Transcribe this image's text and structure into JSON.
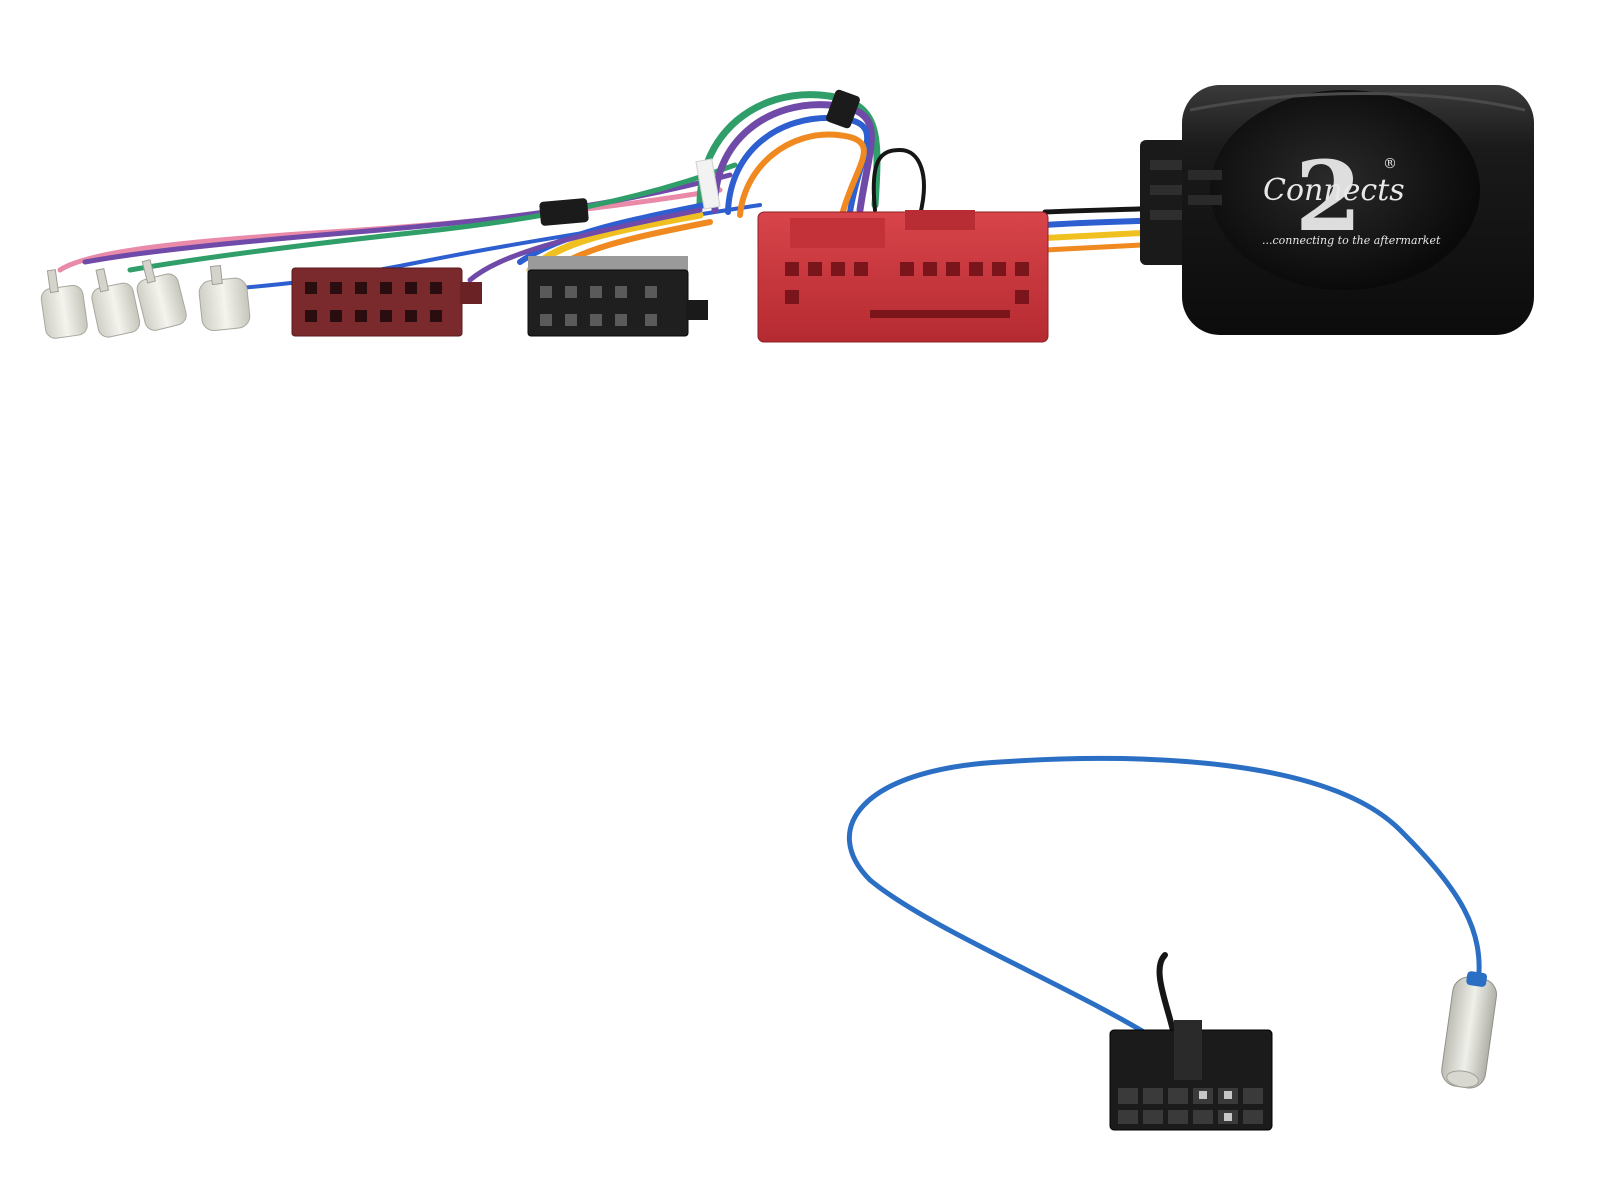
{
  "logo": {
    "numeral": "2",
    "wordmark": "Connects",
    "registered": "®",
    "tagline": "...connecting to the aftermarket"
  },
  "colors": {
    "module_body": "#141414",
    "iso_power_connector": "#7a2a2c",
    "iso_speaker_connector": "#1f1f1f",
    "vehicle_connector": "#c8333a",
    "blue_lead": "#2b6fc4",
    "wire_green": "#2f9e68",
    "wire_purple": "#6f4aa8",
    "wire_yellow": "#f0c020",
    "wire_orange": "#f08a20",
    "wire_blue": "#2d5fd0",
    "wire_pink": "#e88aa8",
    "wire_black": "#161616"
  },
  "icons": {
    "patch_lead_plug": "molex-plug-icon",
    "jack_plug": "jack-plug-icon",
    "spade_terminal": "spade-terminal-icon"
  }
}
